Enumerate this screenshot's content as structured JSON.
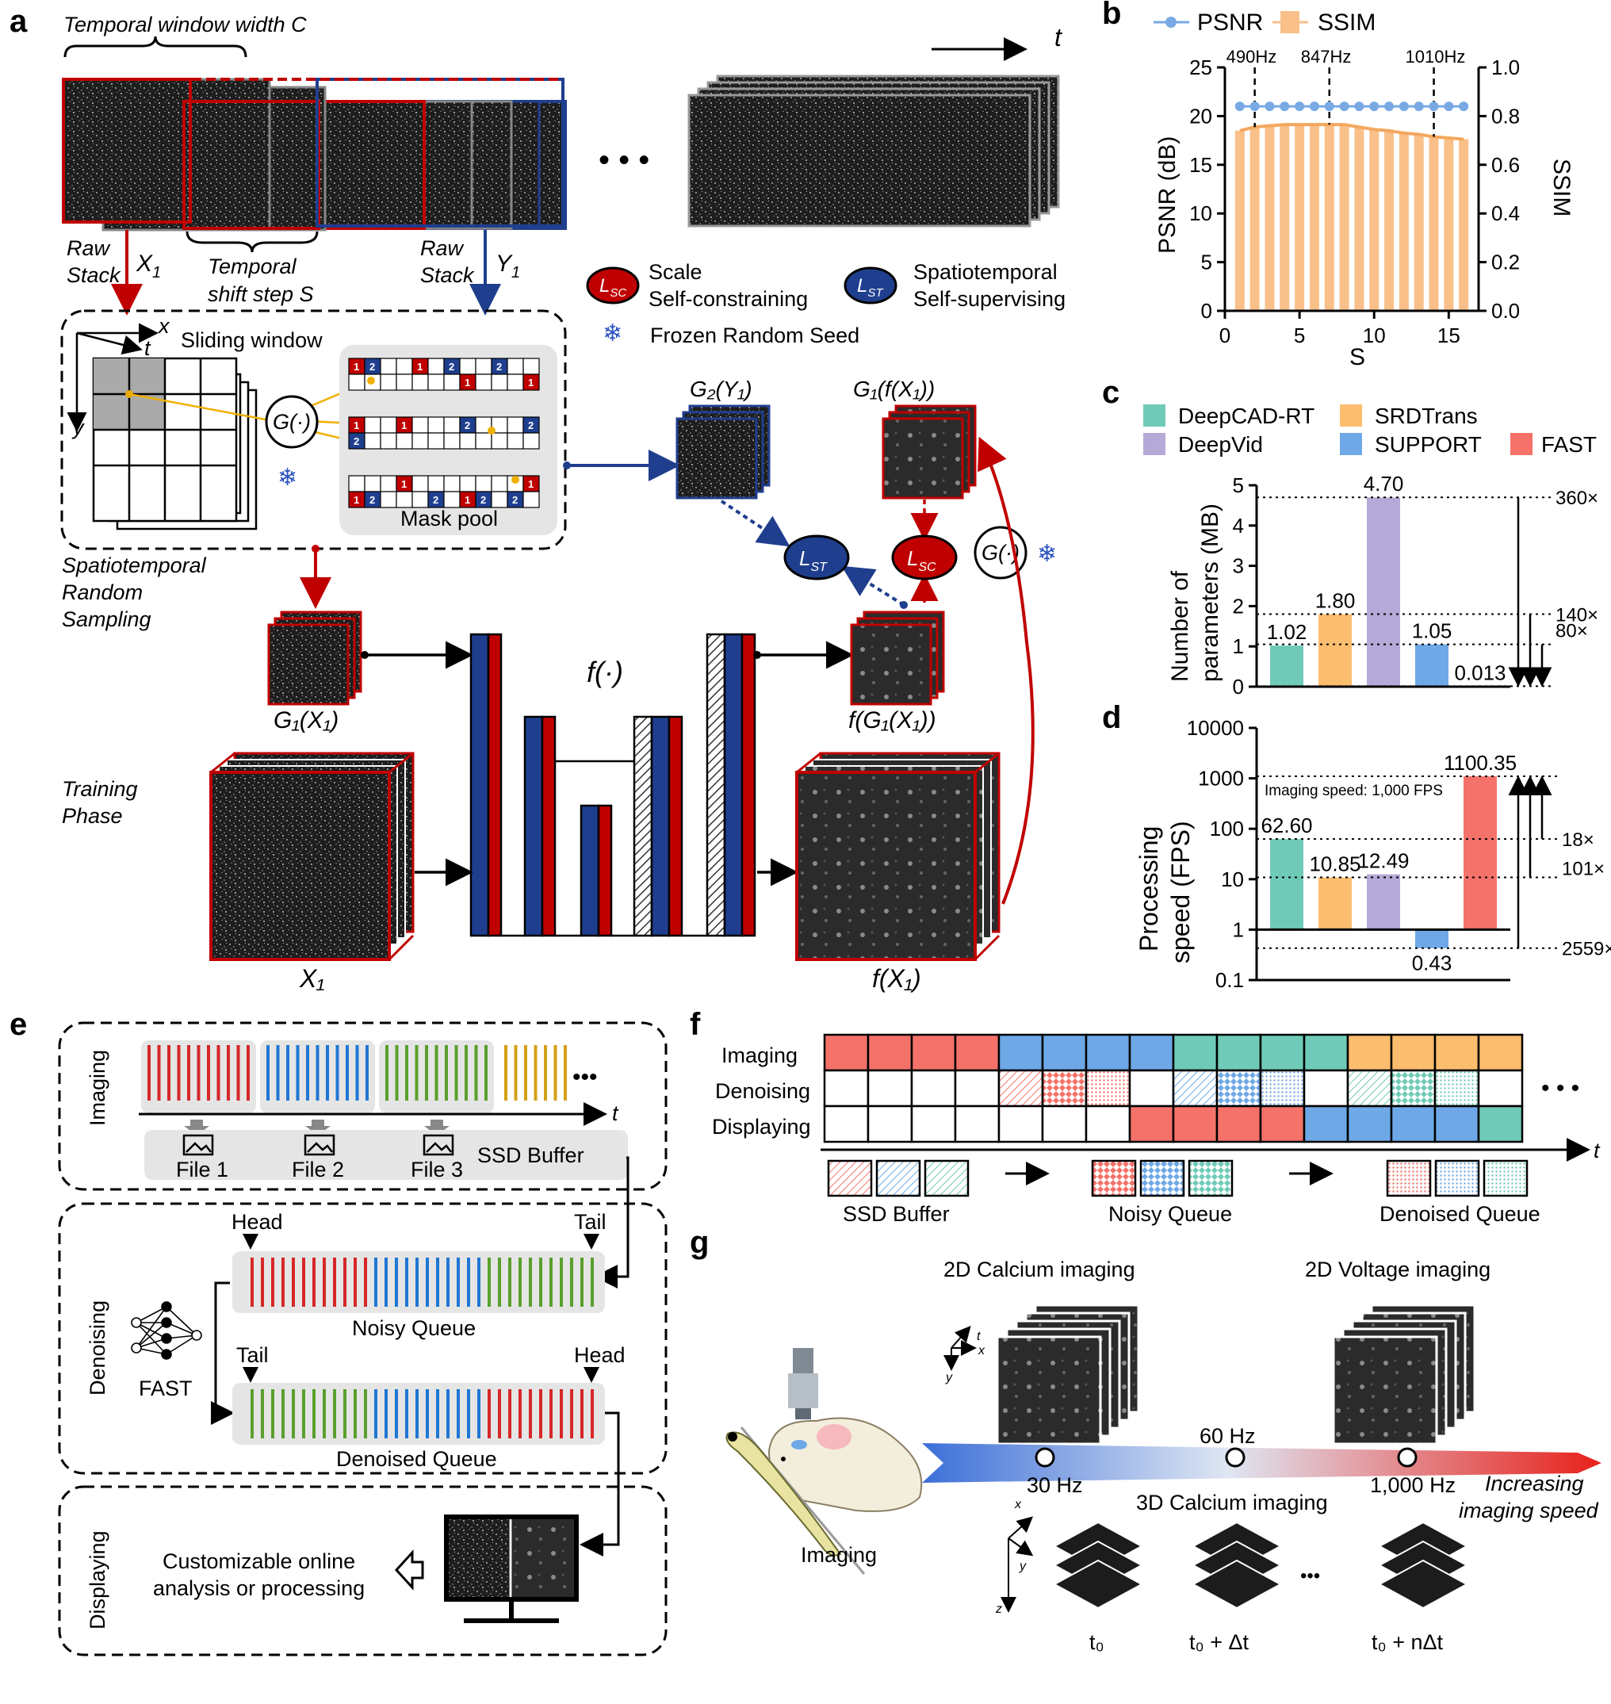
{
  "panel_labels": [
    "a",
    "b",
    "c",
    "d",
    "e",
    "f",
    "g"
  ],
  "panel_a": {
    "temporal_window": "Temporal window width C",
    "t_axis": "t",
    "ellipsis": "• • •",
    "raw_stack_x": "Raw\nStack",
    "raw_stack_y": "Raw\nStack",
    "x1": "X",
    "x1_sub": "1",
    "y1": "Y",
    "y1_sub": "1",
    "shift_step": "Temporal\nshift step S",
    "lsc_label": "Scale\nSelf-constraining",
    "lst_label": "Spatiotemporal\nSelf-supervising",
    "frozen_seed": "Frozen Random Seed",
    "sliding_window": "Sliding window",
    "axis_x": "x",
    "axis_t": "t",
    "axis_y": "y",
    "g_op": "G(·)",
    "mask_pool": "Mask pool",
    "st_sampling": "Spatiotemporal\nRandom\nSampling",
    "g2y1": "G₂(Y₁)",
    "g1fx1": "G₁(f(X₁))",
    "g1x1": "G₁(X₁)",
    "fg1x1": "f(G₁(X₁))",
    "f_op": "f(·)",
    "training_phase": "Training\nPhase",
    "x1_big": "X₁",
    "fx1_big": "f(X₁)",
    "l_st": "L",
    "l_st_sub": "ST",
    "l_sc": "L",
    "l_sc_sub": "SC"
  },
  "colors": {
    "red": "#c00000",
    "blue": "#1f3e8e",
    "orange_bar": "#f9c08a",
    "psnr": "#79a9e4",
    "deepcad": "#6fcbb7",
    "srdtrans": "#fbbd6e",
    "deepvid": "#b5a9d8",
    "support": "#6ea8e6",
    "fast": "#f4726a"
  },
  "chart_b": {
    "type": "line+bar",
    "legend": [
      "PSNR",
      "SSIM"
    ],
    "annotations": [
      "490Hz",
      "847Hz",
      "1010Hz"
    ],
    "annotation_x": [
      2,
      7,
      14
    ],
    "xlabel": "S",
    "ylabel_left": "PSNR (dB)",
    "ylabel_right": "SSIM",
    "x_ticks": [
      "0",
      "5",
      "10",
      "15"
    ],
    "y_left_ticks": [
      "0",
      "5",
      "10",
      "15",
      "20",
      "25"
    ],
    "y_right_ticks": [
      "0.0",
      "0.2",
      "0.4",
      "0.6",
      "0.8",
      "1.0"
    ],
    "xlim": [
      0,
      17
    ],
    "ylim_left": [
      0,
      25
    ],
    "ylim_right": [
      0,
      1.0
    ],
    "x": [
      1,
      2,
      3,
      4,
      5,
      6,
      7,
      8,
      9,
      10,
      11,
      12,
      13,
      14,
      15,
      16
    ],
    "psnr": [
      21,
      21,
      21,
      21,
      21,
      21,
      21,
      21,
      21,
      21,
      21,
      21,
      21,
      21,
      21,
      21
    ],
    "ssim": [
      0.74,
      0.755,
      0.76,
      0.765,
      0.765,
      0.765,
      0.765,
      0.765,
      0.755,
      0.745,
      0.74,
      0.73,
      0.725,
      0.715,
      0.71,
      0.705
    ]
  },
  "chart_c": {
    "type": "bar",
    "legend": [
      "DeepCAD-RT",
      "SRDTrans",
      "DeepVid",
      "SUPPORT",
      "FAST"
    ],
    "ylabel": "Number of\nparameters (MB)",
    "y_ticks": [
      "0",
      "1",
      "2",
      "3",
      "4",
      "5"
    ],
    "ylim": [
      0,
      5
    ],
    "values": [
      1.02,
      1.8,
      4.7,
      1.05,
      0.013
    ],
    "value_labels": [
      "1.02",
      "1.80",
      "4.70",
      "1.05",
      "0.013"
    ],
    "ratios": [
      "360×",
      "140×",
      "80×"
    ]
  },
  "chart_d": {
    "type": "bar",
    "ylabel": "Processing\nspeed (FPS)",
    "y_ticks": [
      "0.1",
      "1",
      "10",
      "100",
      "1000",
      "10000"
    ],
    "ylim": [
      0.1,
      10000
    ],
    "log_scale": true,
    "values": [
      62.6,
      10.85,
      12.49,
      0.43,
      1100.35
    ],
    "value_labels": [
      "62.60",
      "10.85",
      "12.49",
      "0.43",
      "1100.35"
    ],
    "imaging_speed": "Imaging speed: 1,000 FPS",
    "ratios": [
      "18×",
      "101×",
      "2559×"
    ]
  },
  "panel_e": {
    "side_labels": [
      "Imaging",
      "Denoising",
      "Displaying"
    ],
    "t_axis": "t",
    "ellipsis": "•••",
    "files": [
      "File 1",
      "File 2",
      "File 3"
    ],
    "ssd_buffer": "SSD Buffer",
    "head": "Head",
    "tail": "Tail",
    "noisy_queue": "Noisy Queue",
    "denoised_queue": "Denoised Queue",
    "fast": "FAST",
    "analysis": "Customizable online\nanalysis or processing"
  },
  "panel_f": {
    "rows": [
      "Imaging",
      "Denoising",
      "Displaying"
    ],
    "t_axis": "t",
    "ellipsis": "• • •",
    "ssd_buffer": "SSD Buffer",
    "noisy_queue": "Noisy Queue",
    "denoised_queue": "Denoised Queue"
  },
  "panel_g": {
    "ca2d": "2D Calcium imaging",
    "v2d": "2D Voltage imaging",
    "ca3d": "3D Calcium imaging",
    "hz30": "30 Hz",
    "hz60": "60 Hz",
    "hz1000": "1,000 Hz",
    "increasing": "Increasing\nimaging speed",
    "imaging": "Imaging",
    "axis_t": "t",
    "axis_x": "x",
    "axis_y": "y",
    "axis_z": "z",
    "t0": "t₀",
    "t0_dt": "t₀ + Δt",
    "t0_ndt": "t₀ + nΔt",
    "dots": "•••"
  }
}
